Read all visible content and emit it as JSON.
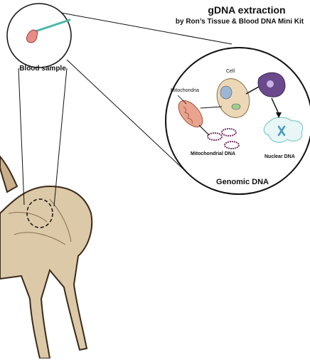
{
  "header": {
    "title": "gDNA extraction",
    "subtitle": "by Ron’s Tissue & Blood DNA Mini Kit"
  },
  "blood_inset": {
    "label": "Blood sample"
  },
  "genomic_inset": {
    "label": "Genomic DNA",
    "cell_label": "Cell",
    "mitochondria_label": "Mitochondria",
    "mitochondrial_dna_label": "Mitochondrial DNA",
    "nuclear_dna_label": "Nuclear DNA"
  },
  "colors": {
    "deer_fur": "#dcc9a8",
    "deer_outline": "#3b2a1a",
    "blood_drop": "#e98b86",
    "pipette": "#49b7a8",
    "cell_fill": "#ecd7b6",
    "nucleus_fill": "#6a4a8c",
    "mitochondria_fill": "#e9a48f",
    "nuclear_dna": "#7fc9c9"
  }
}
